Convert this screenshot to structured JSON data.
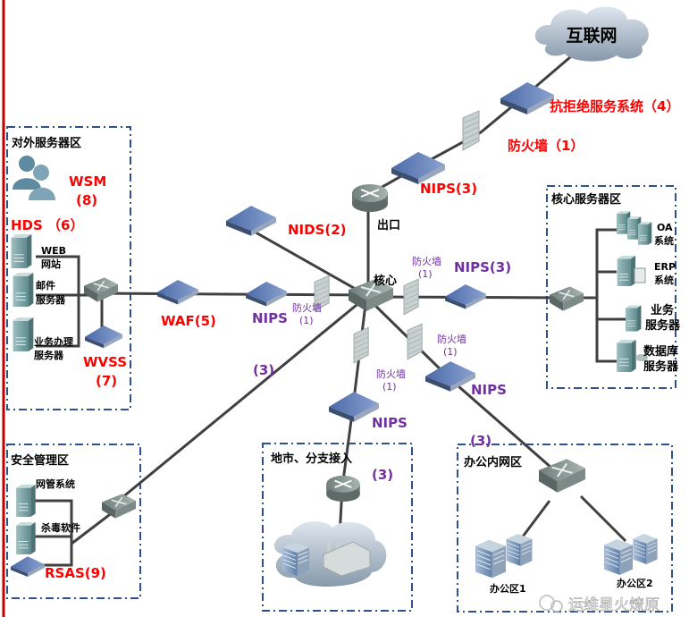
{
  "internet": {
    "label": "互联网"
  },
  "top_chain": {
    "ddos": "抗拒绝服务系统（4）",
    "firewall": "防火墙（1）",
    "nips": "NIPS(3)",
    "egress_router": "出口"
  },
  "core": {
    "label": "核心",
    "nids": "NIDS(2)",
    "firewall_label": "防火墙",
    "firewall_num": "(1)",
    "left_nips": "NIPS",
    "right_nips": "NIPS(3)",
    "bottom_nips": "NIPS",
    "bottom_right_nips": "NIPS",
    "link_label_mgmt": "(3)",
    "link_label_office": "(3)"
  },
  "zones": {
    "external": {
      "title": "对外服务器区",
      "wsm": "WSM",
      "wsm_num": "(8)",
      "hds": "HDS （6）",
      "web_1": "WEB",
      "web_2": "网站",
      "mail_1": "邮件",
      "mail_2": "服务器",
      "biz_1": "业务办理",
      "biz_2": "服务器",
      "wvss": "WVSS",
      "wvss_num": "(7)",
      "waf": "WAF(5)"
    },
    "core_servers": {
      "title": "核心服务器区",
      "items": [
        {
          "l1": "OA",
          "l2": "系统"
        },
        {
          "l1": "ERP",
          "l2": "系统"
        },
        {
          "l1": "业务",
          "l2": "服务器"
        },
        {
          "l1": "数据库",
          "l2": "服务器"
        }
      ]
    },
    "security_mgmt": {
      "title": "安全管理区",
      "nms": "网管系统",
      "antivirus": "杀毒软件",
      "rsas": "RSAS(9)"
    },
    "branch": {
      "title": "地市、分支接入",
      "num": "(3)"
    },
    "office": {
      "title": "办公内网区",
      "area1": "办公区1",
      "area2": "办公区2"
    }
  },
  "watermark": "运维星火燎原",
  "colors": {
    "red_label": "#ff0000",
    "purple_label": "#7030a0",
    "zone_border": "#2f4f8f",
    "left_rule": "#c00000"
  }
}
